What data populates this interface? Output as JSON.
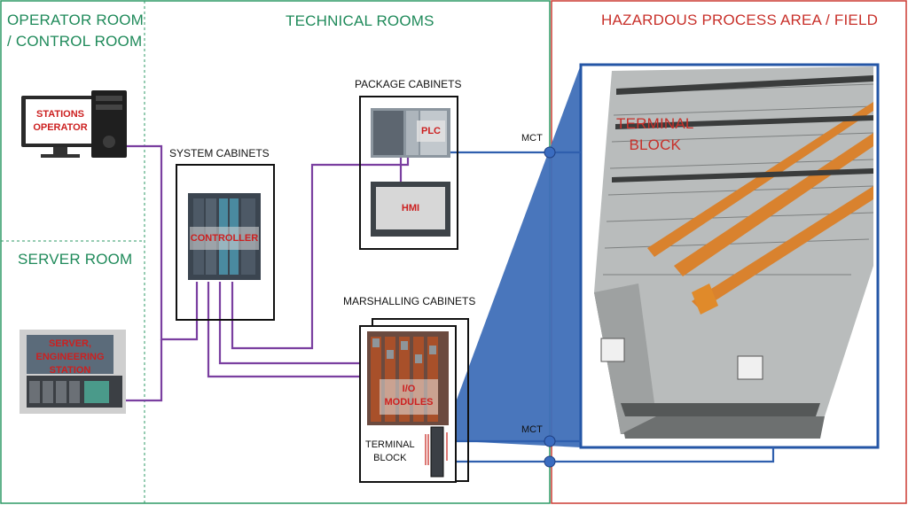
{
  "zones": {
    "operator_room": "OPERATOR ROOM\n/ CONTROL ROOM",
    "server_room": "SERVER ROOM",
    "technical_rooms": "TECHNICAL ROOMS",
    "hazardous_area": "HAZARDOUS PROCESS AREA / FIELD"
  },
  "devices": {
    "stations_operator": "STATIONS\nOPERATOR",
    "server_engineering": "SERVER,\nENGINEERING\nSTATION",
    "controller": "CONTROLLER",
    "plc": "PLC",
    "hmi": "HMI",
    "io_modules": "I/O\nMODULES"
  },
  "cabinets": {
    "system": "SYSTEM CABINETS",
    "package": "PACKAGE CABINETS",
    "marshalling": "MARSHALLING CABINETS",
    "terminal_block_small": "TERMINAL\nBLOCK"
  },
  "cables": {
    "mct_top": "MCT",
    "mct_bottom": "MCT"
  },
  "zoom": {
    "terminal_block": "TERMINAL\nBLOCK"
  },
  "colors": {
    "zone_green": "#1f8a5a",
    "zone_red": "#c8302a",
    "wire_purple": "#7a3fa0",
    "cable_blue": "#2f5fae",
    "label_red": "#cc2020"
  }
}
